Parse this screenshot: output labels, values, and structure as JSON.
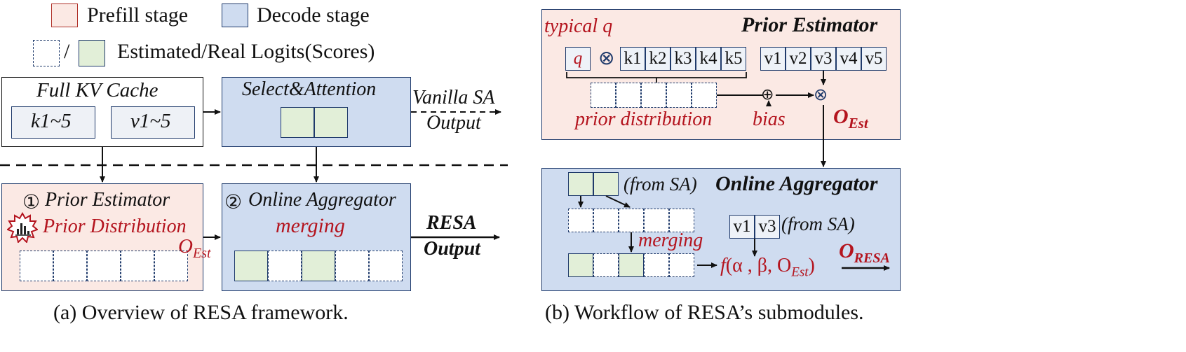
{
  "legend": {
    "prefill": "Prefill stage",
    "decode": "Decode stage",
    "slash": "/",
    "logits": "Estimated/Real Logits(Scores)"
  },
  "panel_a": {
    "kv_title": "Full KV Cache",
    "k_label": "k1~5",
    "v_label": "v1~5",
    "select_title": "Select&Attention",
    "vanilla_line1": "Vanilla SA",
    "vanilla_line2": "Output",
    "prior_num": "①",
    "prior_title": "Prior Estimator",
    "prior_dist": "Prior Distribution",
    "o_est_o": "O",
    "o_est_sub": "Est",
    "agg_num": "②",
    "agg_title": "Online Aggregator",
    "merging": "merging",
    "resa_line1": "RESA",
    "resa_line2": "Output",
    "caption": "(a) Overview of RESA framework."
  },
  "panel_b": {
    "pe_title": "Prior Estimator",
    "typical_q": "typical q",
    "q": "q",
    "times": "⊗",
    "keys": [
      "k1",
      "k2",
      "k3",
      "k4",
      "k5"
    ],
    "values": [
      "v1",
      "v2",
      "v3",
      "v4",
      "v5"
    ],
    "prior_distribution": "prior distribution",
    "plus": "⊕",
    "bias": "bias",
    "o_est_o": "O",
    "o_est_sub": "Est",
    "oa_title": "Online Aggregator",
    "from_sa": "(from SA)",
    "from_sa2": "(from SA)",
    "v_sel": [
      "v1",
      "v3"
    ],
    "merging": "merging",
    "func_f": "f",
    "func_args": "(α , β, O",
    "func_sub": "Est",
    "func_close": ")",
    "o_resa_o": "O",
    "o_resa_sub": "RESA",
    "caption": "(b) Workflow of RESA’s submodules."
  },
  "colors": {
    "prefill": "#fbe9e4",
    "decode": "#cfdcf0",
    "green": "#e2efd8",
    "red_text": "#b4141e",
    "border": "#1f3a6b"
  }
}
